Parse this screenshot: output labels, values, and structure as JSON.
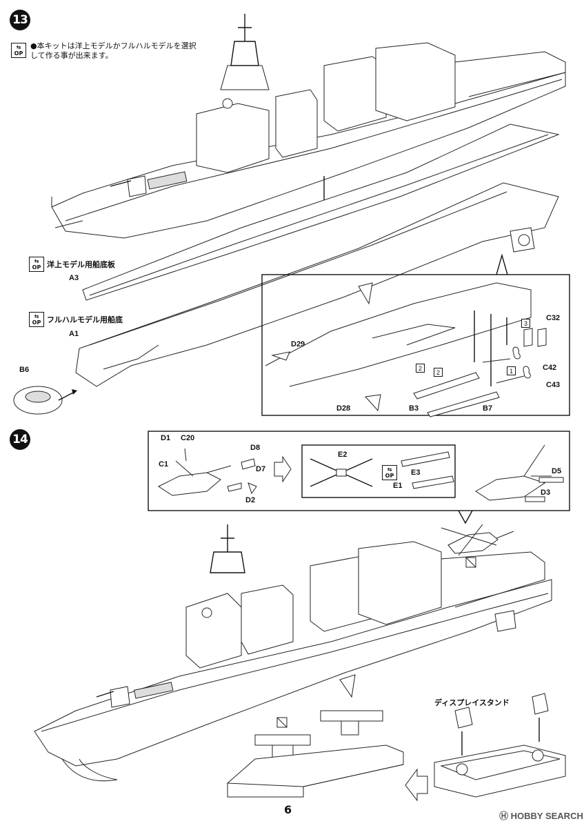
{
  "steps": {
    "s13": "13",
    "s14": "14"
  },
  "op_icon": {
    "top": "⇆",
    "bottom": "OP"
  },
  "step13": {
    "note": "●本キットは洋上モデルかフルハルモデルを選択して作る事が出来ます。",
    "waterline_label": "洋上モデル用船底板",
    "fullhull_label": "フルハルモデル用船底"
  },
  "parts": {
    "A3": "A3",
    "A1": "A1",
    "B6": "B6",
    "D29": "D29",
    "D28": "D28",
    "B3": "B3",
    "B7": "B7",
    "C32": "C32",
    "C42": "C42",
    "C43": "C43",
    "D1": "D1",
    "C20": "C20",
    "C1": "C1",
    "D8": "D8",
    "D7": "D7",
    "D2": "D2",
    "E2": "E2",
    "E3": "E3",
    "E1": "E1",
    "D5": "D5",
    "D3": "D3"
  },
  "callout_numbers": [
    "2",
    "2",
    "1",
    "3"
  ],
  "step14": {
    "stand_label": "ディスプレイスタンド"
  },
  "page_number": "6",
  "watermark": "HOBBY SEARCH"
}
